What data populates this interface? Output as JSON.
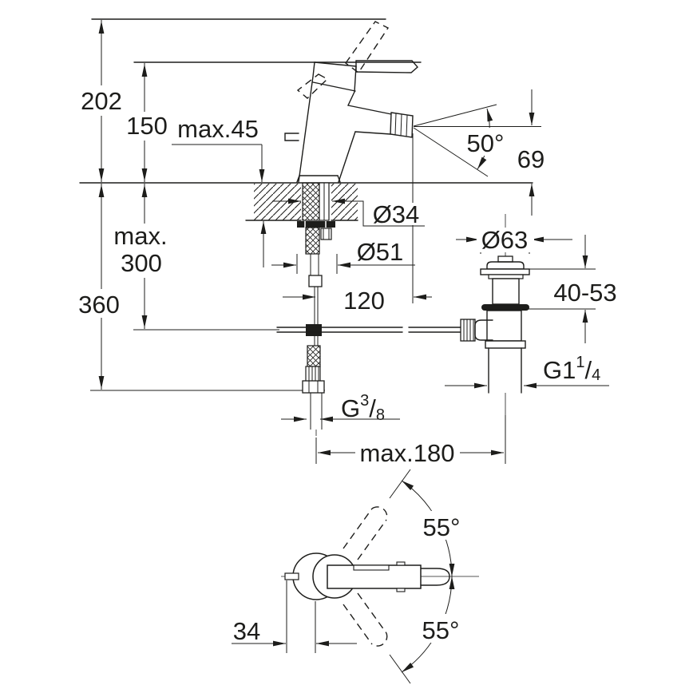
{
  "drawing": {
    "background": "#ffffff",
    "line_color": "#1d1d1b",
    "labels": {
      "total_height": "202",
      "spout_height": "150",
      "max_deck_thickness": "max.45",
      "spray_angle": "50°",
      "outlet_height": "69",
      "hole_diameter": "Ø34",
      "base_diameter": "Ø51",
      "spout_projection": "120",
      "max_mounting_depth_line1": "max.",
      "max_mounting_depth_line2": "300",
      "below_deck_height": "360",
      "waste_flange_diameter": "Ø63",
      "waste_height_adjustment": "40-53",
      "waste_thread_prefix": "G1",
      "waste_thread_numerator": "1",
      "waste_thread_slash": "/",
      "waste_thread_denominator": "4",
      "supply_thread_prefix": "G",
      "supply_thread_numerator": "3",
      "supply_thread_slash": "/",
      "supply_thread_denominator": "8",
      "max_centre_distance": "max.180",
      "handle_swing_upper": "55°",
      "handle_swing_lower": "55°",
      "handle_pin_offset": "34"
    }
  }
}
